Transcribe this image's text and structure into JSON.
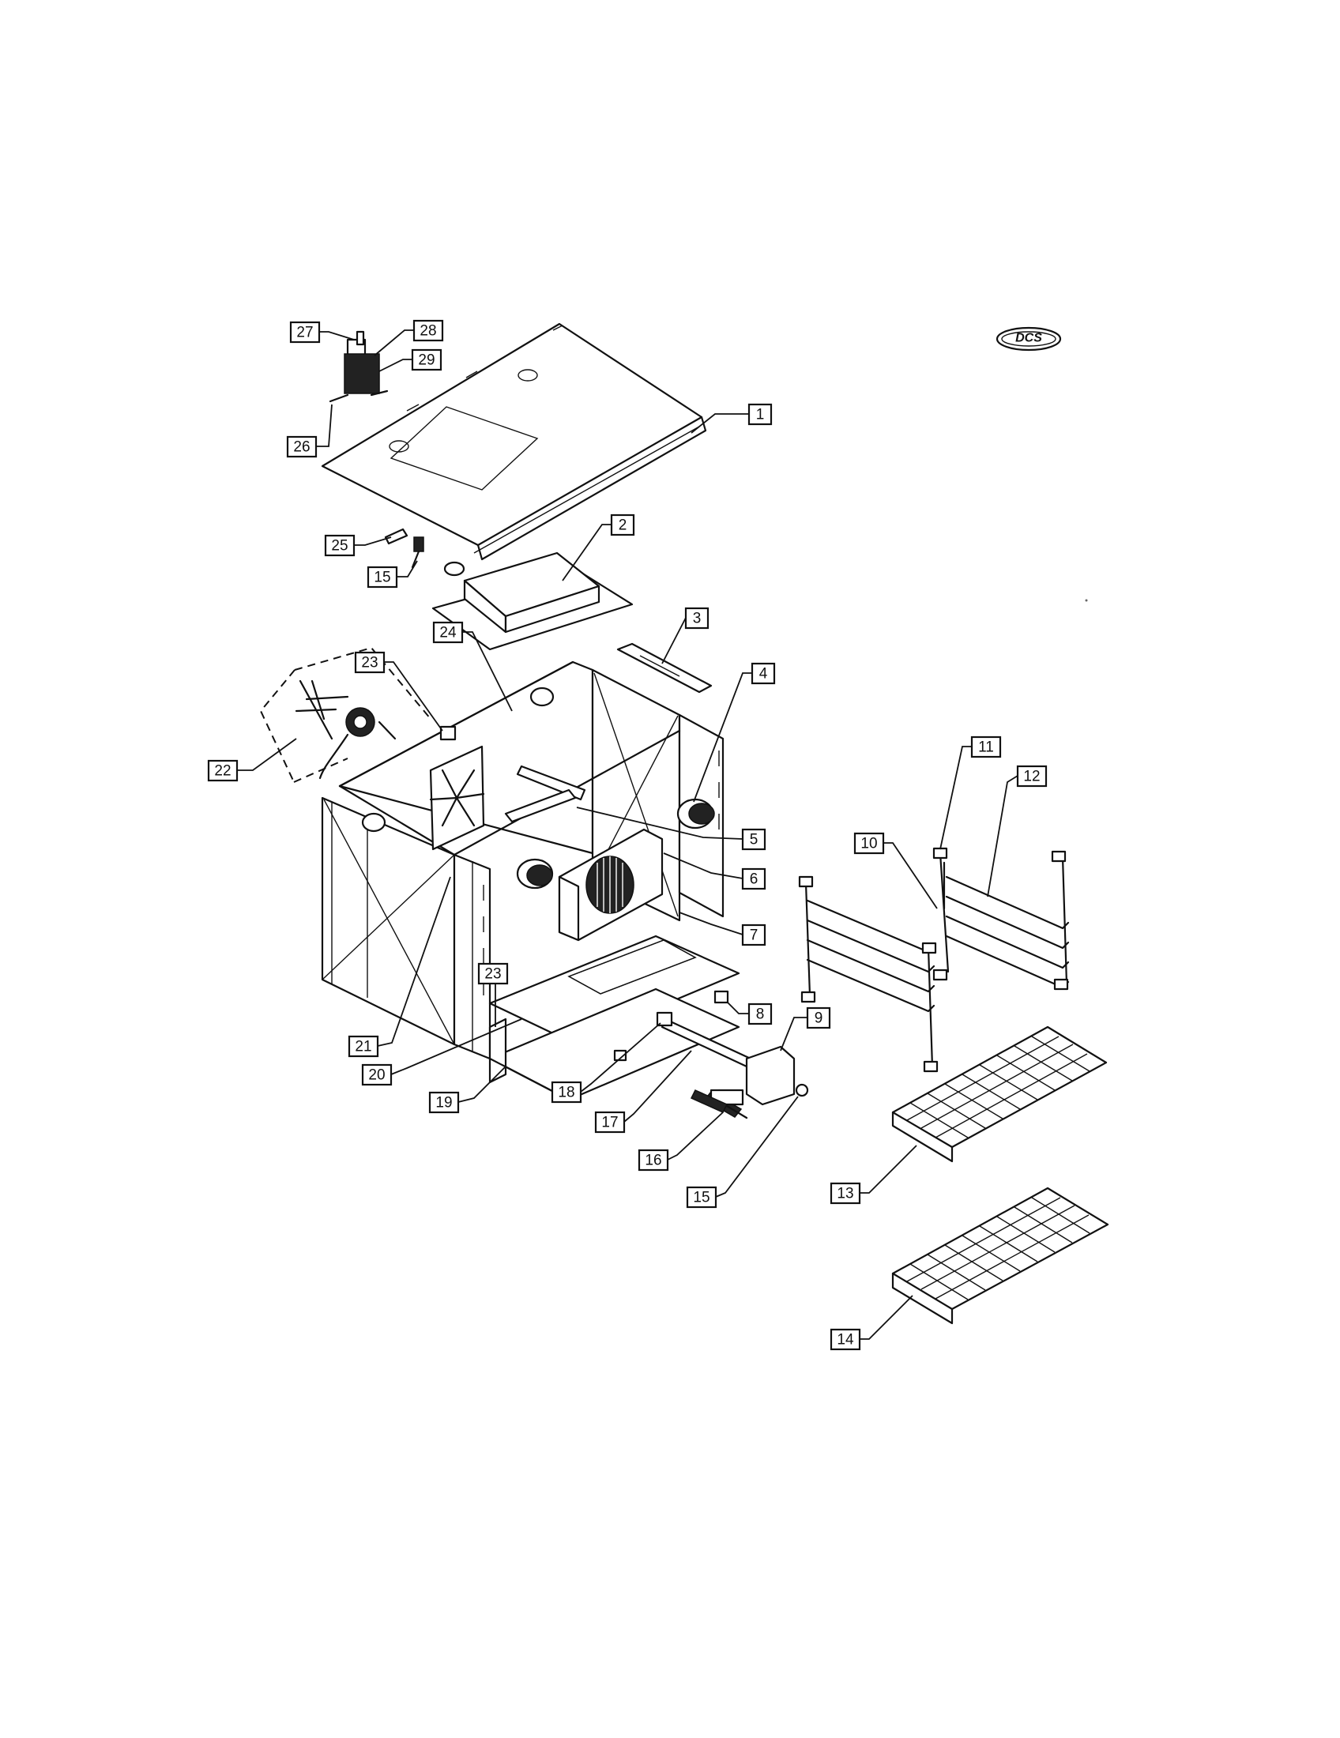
{
  "logo": {
    "text": "DCS"
  },
  "callouts": [
    {
      "id": "c1",
      "label": "1"
    },
    {
      "id": "c2",
      "label": "2"
    },
    {
      "id": "c3",
      "label": "3"
    },
    {
      "id": "c4",
      "label": "4"
    },
    {
      "id": "c5",
      "label": "5"
    },
    {
      "id": "c6",
      "label": "6"
    },
    {
      "id": "c7",
      "label": "7"
    },
    {
      "id": "c8",
      "label": "8"
    },
    {
      "id": "c9",
      "label": "9"
    },
    {
      "id": "c10",
      "label": "10"
    },
    {
      "id": "c11",
      "label": "11"
    },
    {
      "id": "c12",
      "label": "12"
    },
    {
      "id": "c13",
      "label": "13"
    },
    {
      "id": "c14",
      "label": "14"
    },
    {
      "id": "c15a",
      "label": "15"
    },
    {
      "id": "c15b",
      "label": "15"
    },
    {
      "id": "c16",
      "label": "16"
    },
    {
      "id": "c17",
      "label": "17"
    },
    {
      "id": "c18",
      "label": "18"
    },
    {
      "id": "c19",
      "label": "19"
    },
    {
      "id": "c20",
      "label": "20"
    },
    {
      "id": "c21",
      "label": "21"
    },
    {
      "id": "c22",
      "label": "22"
    },
    {
      "id": "c23a",
      "label": "23"
    },
    {
      "id": "c23b",
      "label": "23"
    },
    {
      "id": "c24",
      "label": "24"
    },
    {
      "id": "c25",
      "label": "25"
    },
    {
      "id": "c26",
      "label": "26"
    },
    {
      "id": "c27",
      "label": "27"
    },
    {
      "id": "c28",
      "label": "28"
    },
    {
      "id": "c29",
      "label": "29"
    }
  ]
}
